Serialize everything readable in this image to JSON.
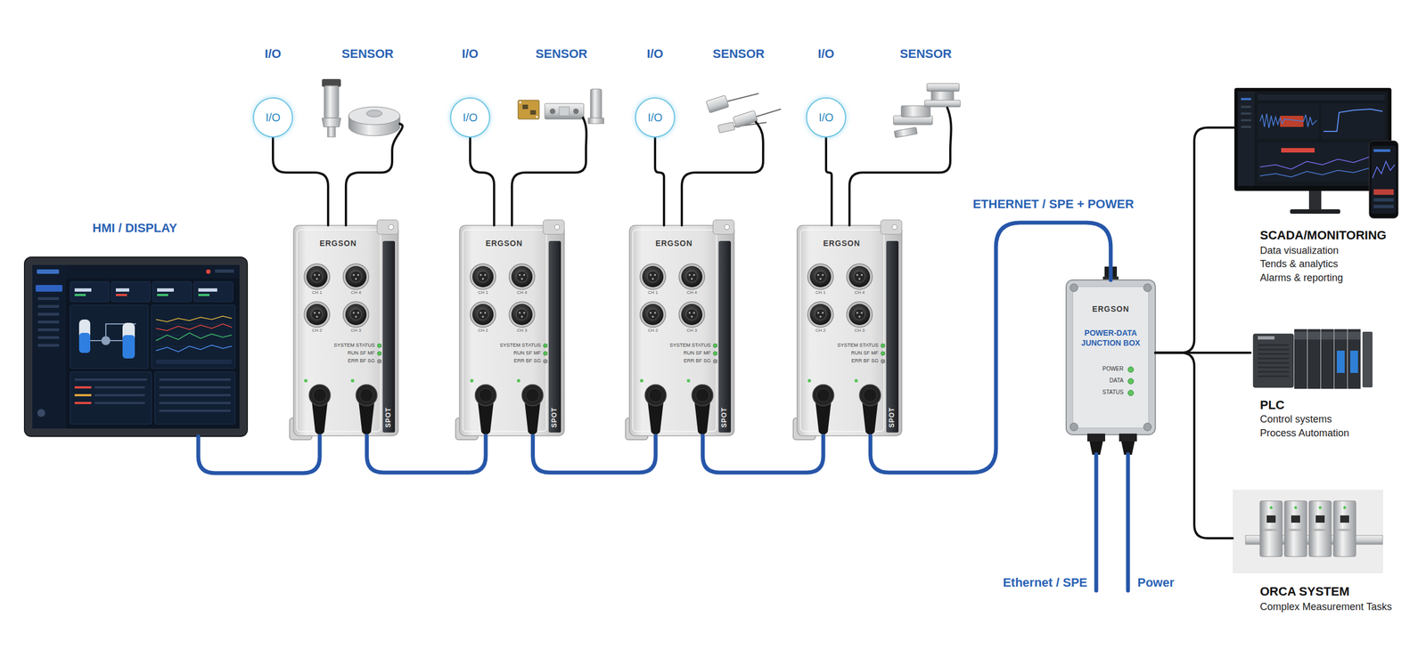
{
  "diagram": {
    "nodes": [
      {
        "text": [
          "I/O",
          "I/O"
        ]
      },
      {
        "text": [
          "SENSOR"
        ]
      },
      {
        "text": [
          "I/O",
          "I/O"
        ]
      },
      {
        "text": [
          "SENSOR"
        ]
      },
      {
        "text": [
          "I/O",
          "I/O"
        ]
      },
      {
        "text": [
          "SENSOR"
        ]
      },
      {
        "text": [
          "I/O",
          "I/O"
        ]
      },
      {
        "text": [
          "SENSOR"
        ]
      },
      {
        "text": [
          "HMI / DISPLAY"
        ]
      },
      {
        "text": [
          "ERGSON",
          "CH 1",
          "CH 4",
          "CH 2",
          "CH 3",
          "SYSTEM STATUS",
          "RUN SF MF",
          "ERR BF SG",
          "SPOT"
        ]
      },
      {
        "text": [
          "ERGSON",
          "CH 1",
          "CH 4",
          "CH 2",
          "CH 3",
          "SYSTEM STATUS",
          "RUN SF MF",
          "ERR BF SG",
          "SPOT"
        ]
      },
      {
        "text": [
          "ERGSON",
          "CH 1",
          "CH 4",
          "CH 2",
          "CH 3",
          "SYSTEM STATUS",
          "RUN SF MF",
          "ERR BF SG",
          "SPOT"
        ]
      },
      {
        "text": [
          "ERGSON",
          "CH 1",
          "CH 4",
          "CH 2",
          "CH 3",
          "SYSTEM STATUS",
          "RUN SF MF",
          "ERR BF SG",
          "SPOT"
        ]
      },
      {
        "text": [
          "ERGSON",
          "POWER-DATA JUNCTION BOX",
          "POWER",
          "DATA",
          "STATUS"
        ]
      },
      {
        "text": [
          "SCADA/MONITORING",
          "Data visualization",
          "Tends & analytics",
          "Alarms & reporting"
        ]
      },
      {
        "text": [
          "PLC",
          "Control systems",
          "Process Automation"
        ]
      },
      {
        "text": [
          "ORCA SYSTEM",
          "Complex Measurement Tasks"
        ]
      }
    ],
    "edges": [
      {
        "from": 0,
        "to": 9,
        "arrow": "none"
      },
      {
        "from": 1,
        "to": 9,
        "arrow": "none"
      },
      {
        "from": 2,
        "to": 10,
        "arrow": "none"
      },
      {
        "from": 3,
        "to": 10,
        "arrow": "none"
      },
      {
        "from": 4,
        "to": 11,
        "arrow": "none"
      },
      {
        "from": 5,
        "to": 11,
        "arrow": "none"
      },
      {
        "from": 6,
        "to": 12,
        "arrow": "none"
      },
      {
        "from": 7,
        "to": 12,
        "arrow": "none"
      },
      {
        "from": 8,
        "to": 9,
        "arrow": "none"
      },
      {
        "from": 9,
        "to": 10,
        "arrow": "none"
      },
      {
        "from": 10,
        "to": 11,
        "arrow": "none"
      },
      {
        "from": 11,
        "to": 12,
        "arrow": "none"
      },
      {
        "from": 12,
        "to": 13,
        "label": "ETHERNET / SPE + POWER",
        "arrow": "none"
      },
      {
        "from": 13,
        "to": 14,
        "arrow": "none"
      },
      {
        "from": 13,
        "to": 15,
        "arrow": "none"
      },
      {
        "from": 13,
        "to": 16,
        "arrow": "none"
      }
    ],
    "labels": [
      "Ethernet / SPE",
      "Power"
    ]
  }
}
